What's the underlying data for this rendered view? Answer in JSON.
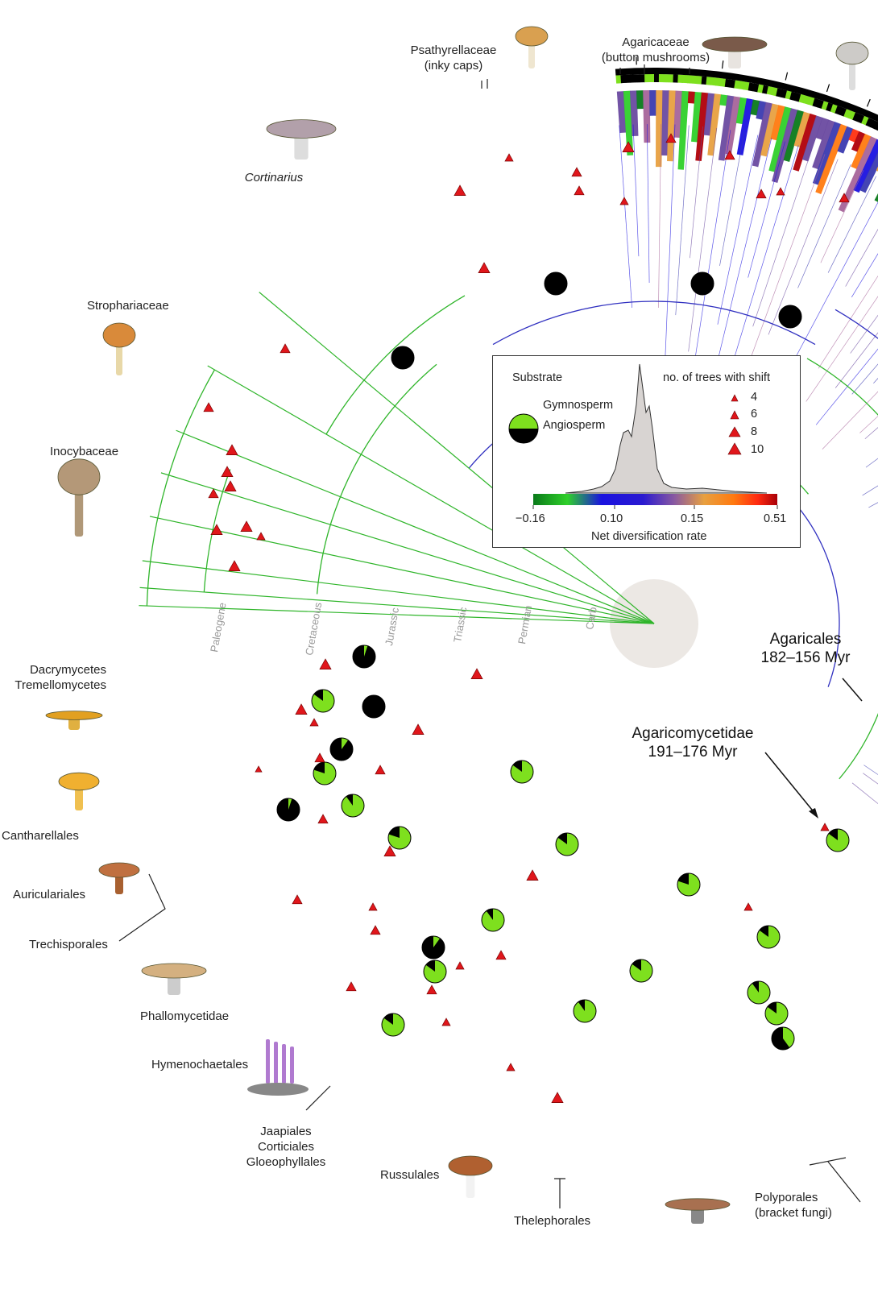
{
  "colors": {
    "gymnosperm": "#7ee01e",
    "angiosperm": "#000000",
    "shift": "#e0161b",
    "era_band": "#ece8e4",
    "rate_scale": [
      "#0a7a1a",
      "#2fd02a",
      "#3a3ab0",
      "#1a12e0",
      "#6a4aa0",
      "#a7649a",
      "#e8a040",
      "#ff7a10",
      "#ff3010",
      "#b00008"
    ]
  },
  "clade_labels": {
    "psathyrellaceae": "Psathyrellaceae",
    "psathyrellaceae_sub": "(inky caps)",
    "agaricaceae": "Agaricaceae",
    "agaricaceae_sub": "(button mushrooms)",
    "cortinarius": "Cortinarius",
    "strophariaceae": "Strophariaceae",
    "inocybaceae": "Inocybaceae",
    "dacrymycetes": "Dacrymycetes",
    "tremellomycetes": "Tremellomycetes",
    "cantharellales": "Cantharellales",
    "auriculariales": "Auriculariales",
    "trechisporales": "Trechisporales",
    "phallomycetidae": "Phallomycetidae",
    "hymenochaetales": "Hymenochaetales",
    "jaapiales": "Jaapiales",
    "corticiales": "Corticiales",
    "gloeophyllales": "Gloeophyllales",
    "russulales": "Russulales",
    "thelephorales": "Thelephorales",
    "polyporales": "Polyporales",
    "polyporales_sub": "(bracket fungi)"
  },
  "eras": [
    "Paleogene",
    "Cretaceous",
    "Jurassic",
    "Triassic",
    "Permian",
    "Carb."
  ],
  "callouts": {
    "agaricales_name": "Agaricales",
    "agaricales_age": "182–156 Myr",
    "agaricomycetidae_name": "Agaricomycetidae",
    "agaricomycetidae_age": "191–176 Myr"
  },
  "legend": {
    "substrate_title": "Substrate",
    "gymnosperm": "Gymnosperm",
    "angiosperm": "Angiosperm",
    "shift_title": "no. of trees with shift",
    "shift_counts": [
      "4",
      "6",
      "8",
      "10"
    ],
    "scale_ticks": [
      "−0.16",
      "0.10",
      "0.15",
      "0.51"
    ],
    "scale_title": "Net diversification rate"
  }
}
